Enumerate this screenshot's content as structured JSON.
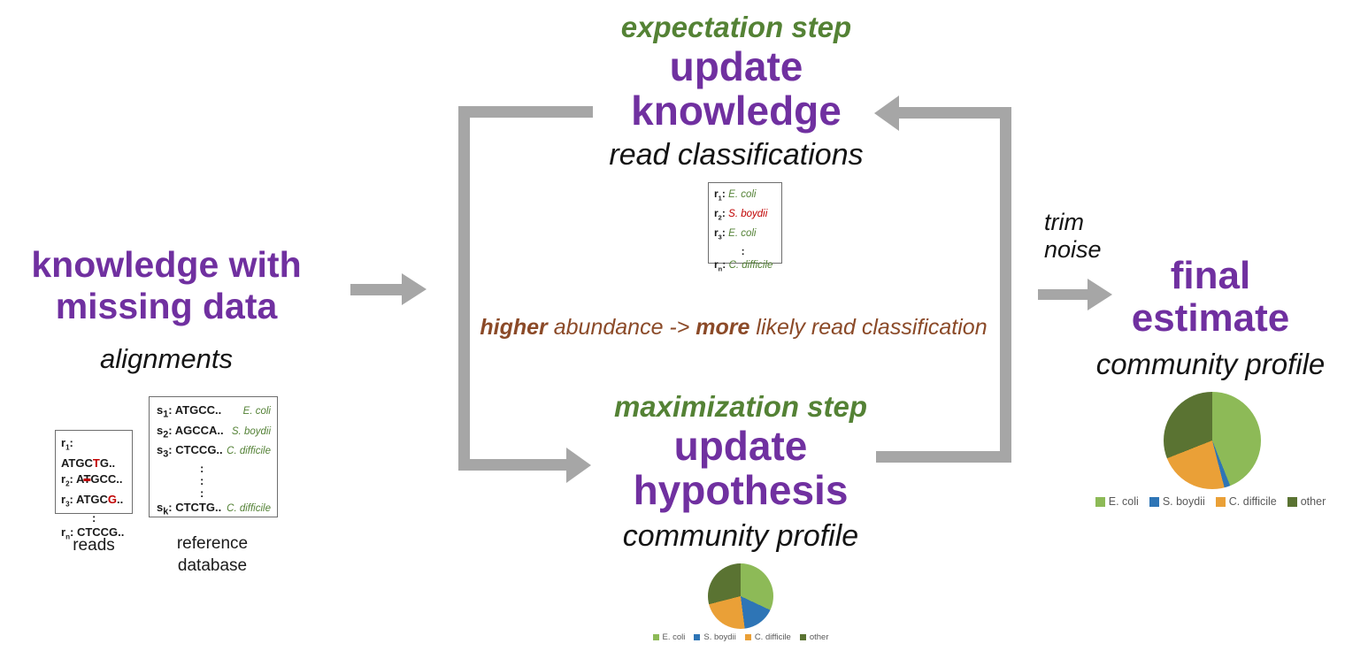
{
  "colors": {
    "purple": "#7030A0",
    "step_green": "#548235",
    "species_green": "#538135",
    "mismatch_red": "#C00000",
    "relation_brown": "#8B4A28",
    "arrow_gray": "#A6A6A6",
    "legend_text": "#595959"
  },
  "left": {
    "title_lines": [
      "knowledge with",
      "missing data"
    ],
    "subtitle": "alignments",
    "reads_caption": "reads",
    "reference_caption_lines": [
      "reference",
      "database"
    ],
    "reads_rows": [
      {
        "pre": "r",
        "sub": "1",
        "segs": [
          {
            "t": "ATGC"
          },
          {
            "t": "T",
            "red": true
          },
          {
            "t": "G.."
          }
        ]
      },
      {
        "pre": "r",
        "sub": "2",
        "segs": [
          {
            "t": "A"
          },
          {
            "t": "T",
            "strike": true
          },
          {
            "t": "GCC.."
          }
        ]
      },
      {
        "pre": "r",
        "sub": "3",
        "segs": [
          {
            "t": "ATGC"
          },
          {
            "t": "G",
            "red": true
          },
          {
            "t": ".."
          }
        ]
      },
      {
        "dots": 1
      },
      {
        "pre": "r",
        "sub": "n",
        "segs": [
          {
            "t": "CTCCG.."
          }
        ]
      }
    ],
    "reference_rows": [
      {
        "pre": "s",
        "sub": "1",
        "seq": "ATGCC..",
        "species": "E. coli"
      },
      {
        "pre": "s",
        "sub": "2",
        "seq": "AGCCA..",
        "species": "S. boydii"
      },
      {
        "pre": "s",
        "sub": "3",
        "seq": "CTCCG..",
        "species": "C. difficile"
      },
      {
        "dots": 3
      },
      {
        "pre": "s",
        "sub": "k",
        "seq": "CTCTG..",
        "species": "C. difficile"
      }
    ]
  },
  "cycle": {
    "expectation": {
      "step_label": "expectation step",
      "title_lines": [
        "update",
        "knowledge"
      ],
      "subtitle": "read classifications",
      "classification_rows": [
        {
          "pre": "r",
          "sub": "1",
          "species": "E. coli",
          "color": "green"
        },
        {
          "pre": "r",
          "sub": "2",
          "species": "S. boydii",
          "color": "red"
        },
        {
          "pre": "r",
          "sub": "3",
          "species": "E. coli",
          "color": "green"
        },
        {
          "dots": 1
        },
        {
          "pre": "r",
          "sub": "n",
          "species": "C. difficile",
          "color": "green"
        }
      ]
    },
    "relation_segments": [
      {
        "t": "higher",
        "b": true
      },
      {
        "t": " abundance -> "
      },
      {
        "t": "more",
        "b": true
      },
      {
        "t": " likely read classification"
      }
    ],
    "maximization": {
      "step_label": "maximization step",
      "title_lines": [
        "update",
        "hypothesis"
      ],
      "subtitle": "community profile"
    }
  },
  "right": {
    "trim_lines": [
      "trim",
      "noise"
    ],
    "title_lines": [
      "final",
      "estimate"
    ],
    "subtitle": "community profile"
  },
  "chart_data": [
    {
      "type": "pie",
      "name": "hypothesis community profile",
      "labels": [
        "E. coli",
        "S. boydii",
        "C. difficile",
        "other"
      ],
      "values": [
        32,
        16,
        23,
        29
      ],
      "colors": [
        "#8DBA57",
        "#2E75B6",
        "#EAA037",
        "#5A7332"
      ],
      "legend_position": "bottom"
    },
    {
      "type": "pie",
      "name": "final estimate community profile",
      "labels": [
        "E. coli",
        "S. boydii",
        "C. difficile",
        "other"
      ],
      "values": [
        44,
        2,
        23,
        31
      ],
      "colors": [
        "#8DBA57",
        "#2E75B6",
        "#EAA037",
        "#5A7332"
      ],
      "legend_position": "bottom"
    }
  ]
}
